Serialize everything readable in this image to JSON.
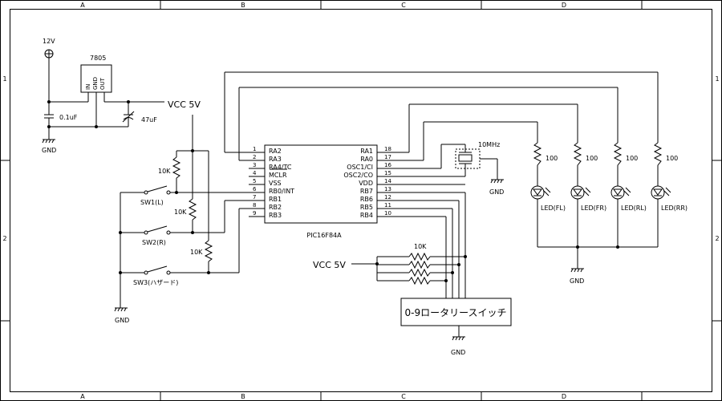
{
  "border": {
    "cols": [
      "A",
      "B",
      "C",
      "D"
    ],
    "rows": [
      "1",
      "2"
    ]
  },
  "power": {
    "v12": "12V",
    "regulator": "7805",
    "reg_pins": [
      "IN",
      "GND",
      "OUT"
    ],
    "cap1": "0.1uF",
    "cap2": "47uF",
    "gnd": "GND",
    "vcc": "VCC 5V"
  },
  "ic": {
    "name": "PIC16F84A",
    "left_pins": [
      {
        "num": "1",
        "label": "RA2"
      },
      {
        "num": "2",
        "label": "RA3"
      },
      {
        "num": "3",
        "label": "RA4/TC"
      },
      {
        "num": "4",
        "label": "MCLR"
      },
      {
        "num": "5",
        "label": "VSS"
      },
      {
        "num": "6",
        "label": "RB0/INT"
      },
      {
        "num": "7",
        "label": "RB1"
      },
      {
        "num": "8",
        "label": "RB2"
      },
      {
        "num": "9",
        "label": "RB3"
      }
    ],
    "right_pins": [
      {
        "num": "18",
        "label": "RA1"
      },
      {
        "num": "17",
        "label": "RA0"
      },
      {
        "num": "16",
        "label": "OSC1/CI"
      },
      {
        "num": "15",
        "label": "OSC2/CO"
      },
      {
        "num": "14",
        "label": "VDD"
      },
      {
        "num": "13",
        "label": "RB7"
      },
      {
        "num": "12",
        "label": "RB6"
      },
      {
        "num": "11",
        "label": "RB5"
      },
      {
        "num": "10",
        "label": "RB4"
      }
    ]
  },
  "switches": {
    "resistor": "10K",
    "sw1": "SW1(L)",
    "sw2": "SW2(R)",
    "sw3": "SW3(ハザード)",
    "gnd": "GND"
  },
  "crystal": {
    "label": "10MHz",
    "gnd": "GND"
  },
  "leds": {
    "resistor": "100",
    "items": [
      "LED(FL)",
      "LED(FR)",
      "LED(RL)",
      "LED(RR)"
    ],
    "gnd": "GND"
  },
  "rotary": {
    "vcc": "VCC 5V",
    "resistor": "10K",
    "label": "0-9ロータリースイッチ",
    "gnd": "GND"
  }
}
